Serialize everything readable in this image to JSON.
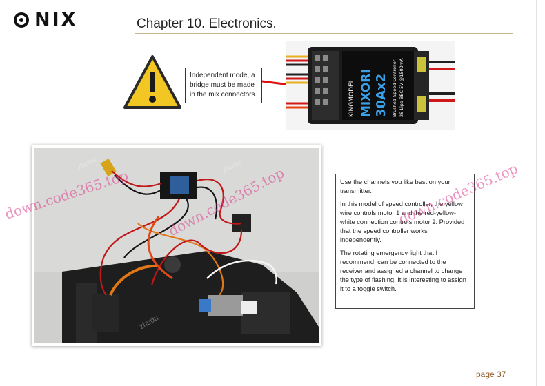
{
  "header": {
    "logo_text": "NIX",
    "chapter_title": "Chapter 10. Electronics."
  },
  "warning": {
    "icon": "warning-triangle-icon",
    "note": "Independent mode, a bridge must be made in the mix connectors."
  },
  "esc_label": {
    "brand": "KINGMODEL",
    "model": "MIXORI",
    "variant": "30Ax2",
    "line1": "Brushed Speed Controller",
    "line2": "2S Lipo   BEC 5V @1500mA"
  },
  "instructions": {
    "paragraphs": [
      "Use the channels you like best on your transmitter.",
      "In this model of speed controller, the yellow wire controls motor 1 and the red-yellow-white connection controls motor 2. Provided that the speed controller works independently.",
      "The rotating emergency light that I recommend, can be connected to the receiver and assigned a channel to change the type of flashing. It is interesting to assign it to a toggle switch."
    ]
  },
  "footer": {
    "page_label": "page 37"
  },
  "watermarks": {
    "primary": "down.code365.top",
    "secondary": "zhudu"
  },
  "colors": {
    "accent_rule": "#c9b48c",
    "warning_yellow": "#f2c623",
    "page_number": "#8c5a2a",
    "watermark": "#dc3c8c"
  }
}
